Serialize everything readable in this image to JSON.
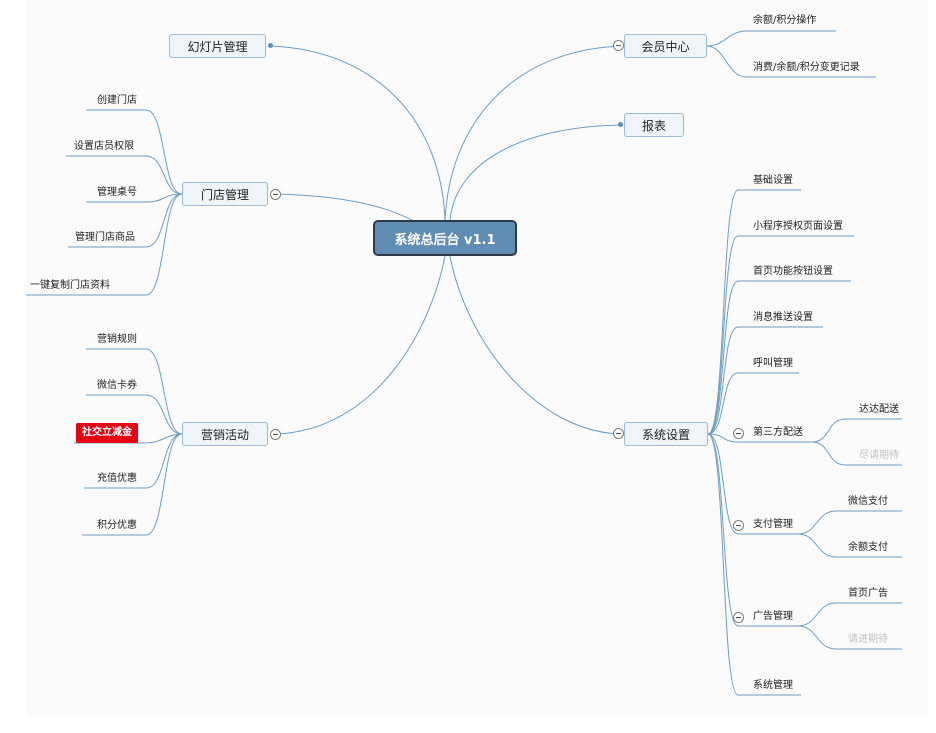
{
  "diagram": {
    "root": "系统总后台 v1.1",
    "branches": {
      "slides": "幻灯片管理",
      "member": "会员中心",
      "report": "报表",
      "store": "门店管理",
      "marketing": "营销活动",
      "settings": "系统设置"
    },
    "member_children": [
      "余额/积分操作",
      "消费/余额/积分变更记录"
    ],
    "store_children": [
      "创建门店",
      "设置店员权限",
      "管理桌号",
      "管理门店商品",
      "一键复制门店资料"
    ],
    "marketing_children": [
      "营销规则",
      "微信卡券",
      "社交立减金",
      "充值优惠",
      "积分优惠"
    ],
    "settings_children": [
      "基础设置",
      "小程序授权页面设置",
      "首页功能按钮设置",
      "消息推送设置",
      "呼叫管理",
      "第三方配送",
      "支付管理",
      "广告管理",
      "系统管理"
    ],
    "delivery_children": [
      "达达配送",
      "尽请期待"
    ],
    "payment_children": [
      "微信支付",
      "余额支付"
    ],
    "ads_children": [
      "首页广告",
      "请进期待"
    ]
  }
}
